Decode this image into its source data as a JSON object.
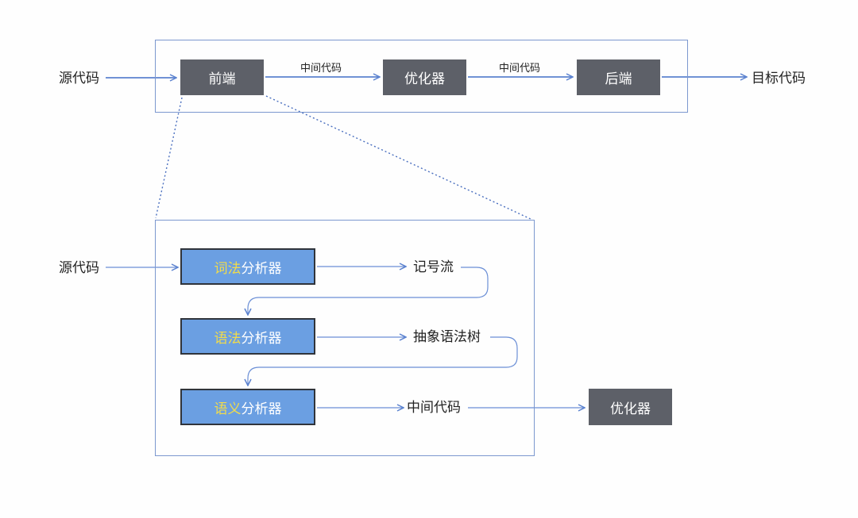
{
  "top": {
    "source_label": "源代码",
    "frontend": "前端",
    "ir_label_1": "中间代码",
    "optimizer": "优化器",
    "ir_label_2": "中间代码",
    "backend": "后端",
    "target_label": "目标代码"
  },
  "bottom": {
    "source_label": "源代码",
    "stages": [
      {
        "highlight": "词法",
        "rest": "分析器",
        "output": "记号流"
      },
      {
        "highlight": "语法",
        "rest": "分析器",
        "output": "抽象语法树"
      },
      {
        "highlight": "语义",
        "rest": "分析器",
        "output": "中间代码"
      }
    ],
    "optimizer": "优化器"
  },
  "colors": {
    "arrow": "#5b82cf",
    "frame": "#7c98cf",
    "gray_box": "#5d6068",
    "blue_box": "#6b9fe2",
    "highlight": "#f2dc4a"
  }
}
